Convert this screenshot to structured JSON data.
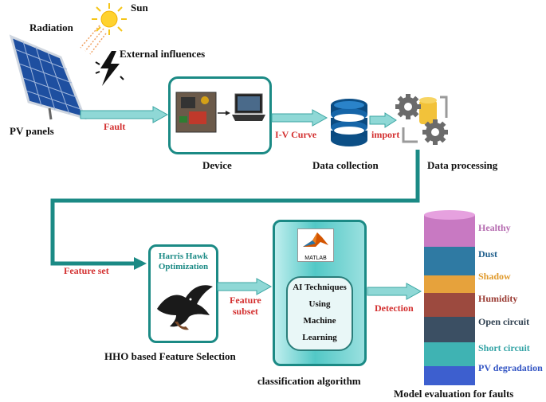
{
  "top": {
    "sun": "Sun",
    "radiation": "Radiation",
    "external": "External influences",
    "pv_panels": "PV panels",
    "fault": "Fault",
    "device": "Device",
    "iv_curve": "I-V Curve",
    "data_collection": "Data collection",
    "import": "import",
    "data_processing": "Data processing"
  },
  "bottom": {
    "feature_set": "Feature set",
    "hho_title_1": "Harris Hawk",
    "hho_title_2": "Optimization",
    "hho_caption": "HHO based Feature Selection",
    "feature_subset_1": "Feature",
    "feature_subset_2": "subset",
    "matlab": "MATLAB",
    "ai_lines": [
      "AI Techniques",
      "Using",
      "Machine",
      "Learning"
    ],
    "classification": "classification algorithm",
    "detection": "Detection",
    "model_eval": "Model evaluation for faults"
  },
  "faults": [
    {
      "label": "Healthy",
      "color": "#c879c2",
      "text_color": "#b56bb0"
    },
    {
      "label": "Dust",
      "color": "#2f7aa3",
      "text_color": "#1f5e8c"
    },
    {
      "label": "Shadow",
      "color": "#e6a23c",
      "text_color": "#e09a2c"
    },
    {
      "label": "Humidity",
      "color": "#9c4a3f",
      "text_color": "#9a3b33"
    },
    {
      "label": "Open circuit",
      "color": "#3b4f63",
      "text_color": "#2f4050"
    },
    {
      "label": "Short circuit",
      "color": "#3fb3b3",
      "text_color": "#35a4a6"
    },
    {
      "label": "PV degradation",
      "color": "#3d5fcf",
      "text_color": "#3355c4"
    }
  ],
  "colors": {
    "teal": "#1b8a85",
    "arrow": "#8fd8d6",
    "arrow_stroke": "#3ba6a3",
    "red": "#d32f2f"
  }
}
